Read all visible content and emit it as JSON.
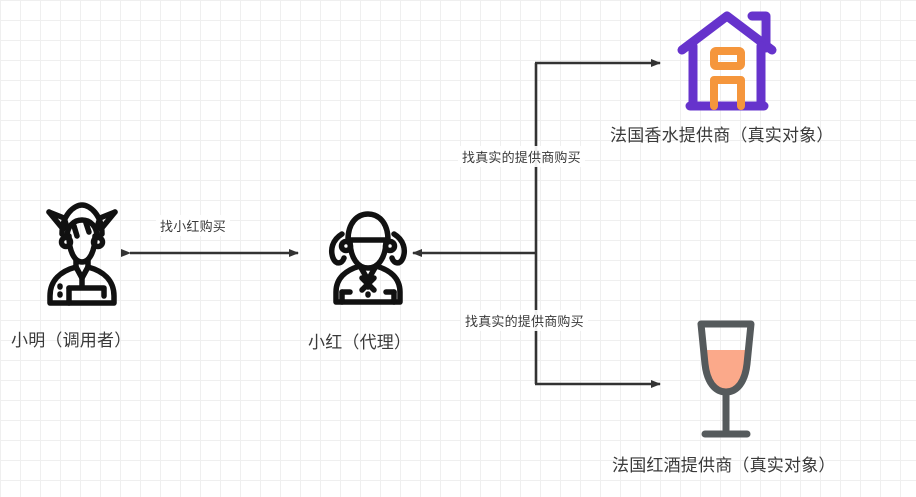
{
  "diagram": {
    "title": "proxy-pattern-diagram",
    "background": {
      "grid_minor_color": "#efefef",
      "grid_major_color": "#e6e6e6",
      "page_color": "#ffffff"
    },
    "nodes": [
      {
        "id": "caller",
        "icon": "boy-avatar-icon",
        "label": "小明（调用者）",
        "color": "#111111"
      },
      {
        "id": "proxy",
        "icon": "girl-avatar-icon",
        "label": "小红（代理）",
        "color": "#111111"
      },
      {
        "id": "perfume-supplier",
        "icon": "house-icon",
        "label": "法国香水提供商（真实对象）",
        "color": "#6633CC",
        "accent_color": "#F5963C"
      },
      {
        "id": "wine-supplier",
        "icon": "wine-glass-icon",
        "label": "法国红酒提供商（真实对象）",
        "color": "#555A5C",
        "accent_color": "#FBA98A"
      }
    ],
    "edges": [
      {
        "id": "caller-proxy",
        "label": "找小红购买",
        "arrow": "double",
        "color": "#333333"
      },
      {
        "id": "proxy-perfume",
        "label": "找真实的提供商购买",
        "arrow": "single",
        "color": "#333333"
      },
      {
        "id": "proxy-wine",
        "label": "找真实的提供商购买",
        "arrow": "single",
        "color": "#333333"
      }
    ]
  }
}
